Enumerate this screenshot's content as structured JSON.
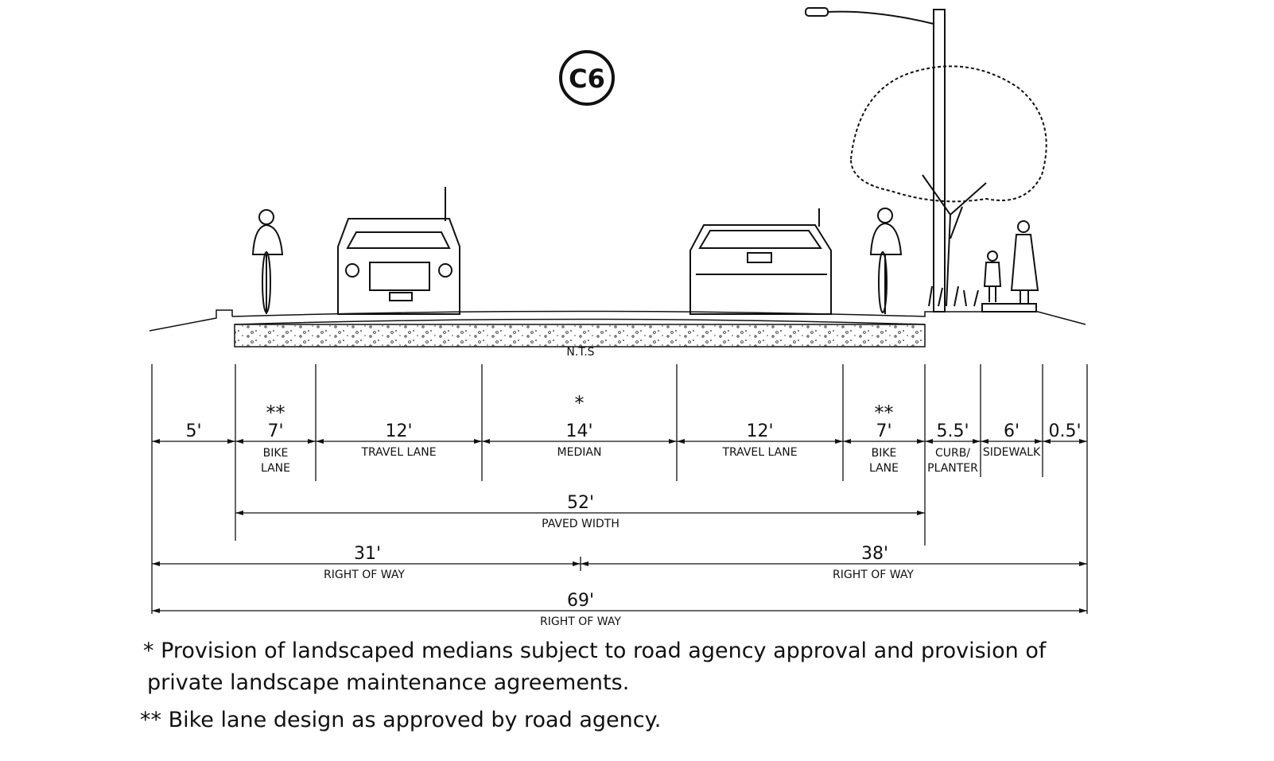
{
  "section_label": "C6",
  "scale_note": "N.T.S",
  "segments": [
    {
      "dim": "5'",
      "label": [],
      "marker": ""
    },
    {
      "dim": "7'",
      "label": [
        "BIKE",
        "LANE"
      ],
      "marker": "**"
    },
    {
      "dim": "12'",
      "label": [
        "TRAVEL LANE"
      ],
      "marker": ""
    },
    {
      "dim": "14'",
      "label": [
        "MEDIAN"
      ],
      "marker": "*"
    },
    {
      "dim": "12'",
      "label": [
        "TRAVEL LANE"
      ],
      "marker": ""
    },
    {
      "dim": "7'",
      "label": [
        "BIKE",
        "LANE"
      ],
      "marker": "**"
    },
    {
      "dim": "5.5'",
      "label": [
        "CURB/",
        "PLANTER"
      ],
      "marker": ""
    },
    {
      "dim": "6'",
      "label": [
        "SIDEWALK"
      ],
      "marker": ""
    },
    {
      "dim": "0.5'",
      "label": [],
      "marker": ""
    }
  ],
  "paved_width": {
    "dim": "52'",
    "label": "PAVED WIDTH"
  },
  "row_left": {
    "dim": "31'",
    "label": "RIGHT OF WAY"
  },
  "row_right": {
    "dim": "38'",
    "label": "RIGHT OF WAY"
  },
  "row_total": {
    "dim": "69'",
    "label": "RIGHT OF WAY"
  },
  "notes": [
    "* Provision of landscaped medians subject to road agency approval and provision of",
    "private landscape maintenance agreements.",
    "** Bike lane design as approved by road agency."
  ]
}
